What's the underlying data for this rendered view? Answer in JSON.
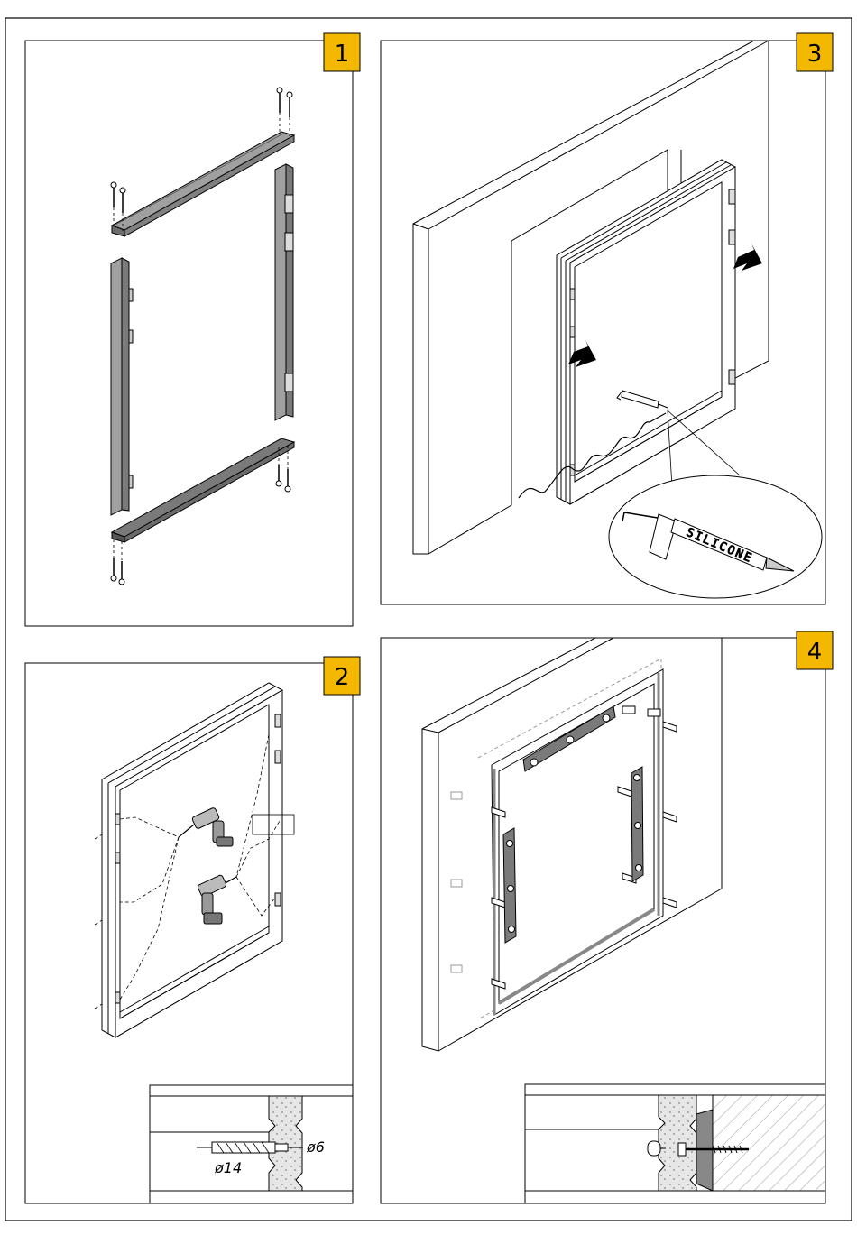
{
  "steps": [
    {
      "number": "1"
    },
    {
      "number": "2"
    },
    {
      "number": "3"
    },
    {
      "number": "4"
    }
  ],
  "step2_detail": {
    "drill_large": "ø14",
    "drill_small": "ø6"
  },
  "step3_detail": {
    "cartridge_label": "SILICONE"
  },
  "colors": {
    "badge": "#f5b800",
    "line": "#000000",
    "profile": "#8c8c8c",
    "level": "#7a7a7a"
  }
}
